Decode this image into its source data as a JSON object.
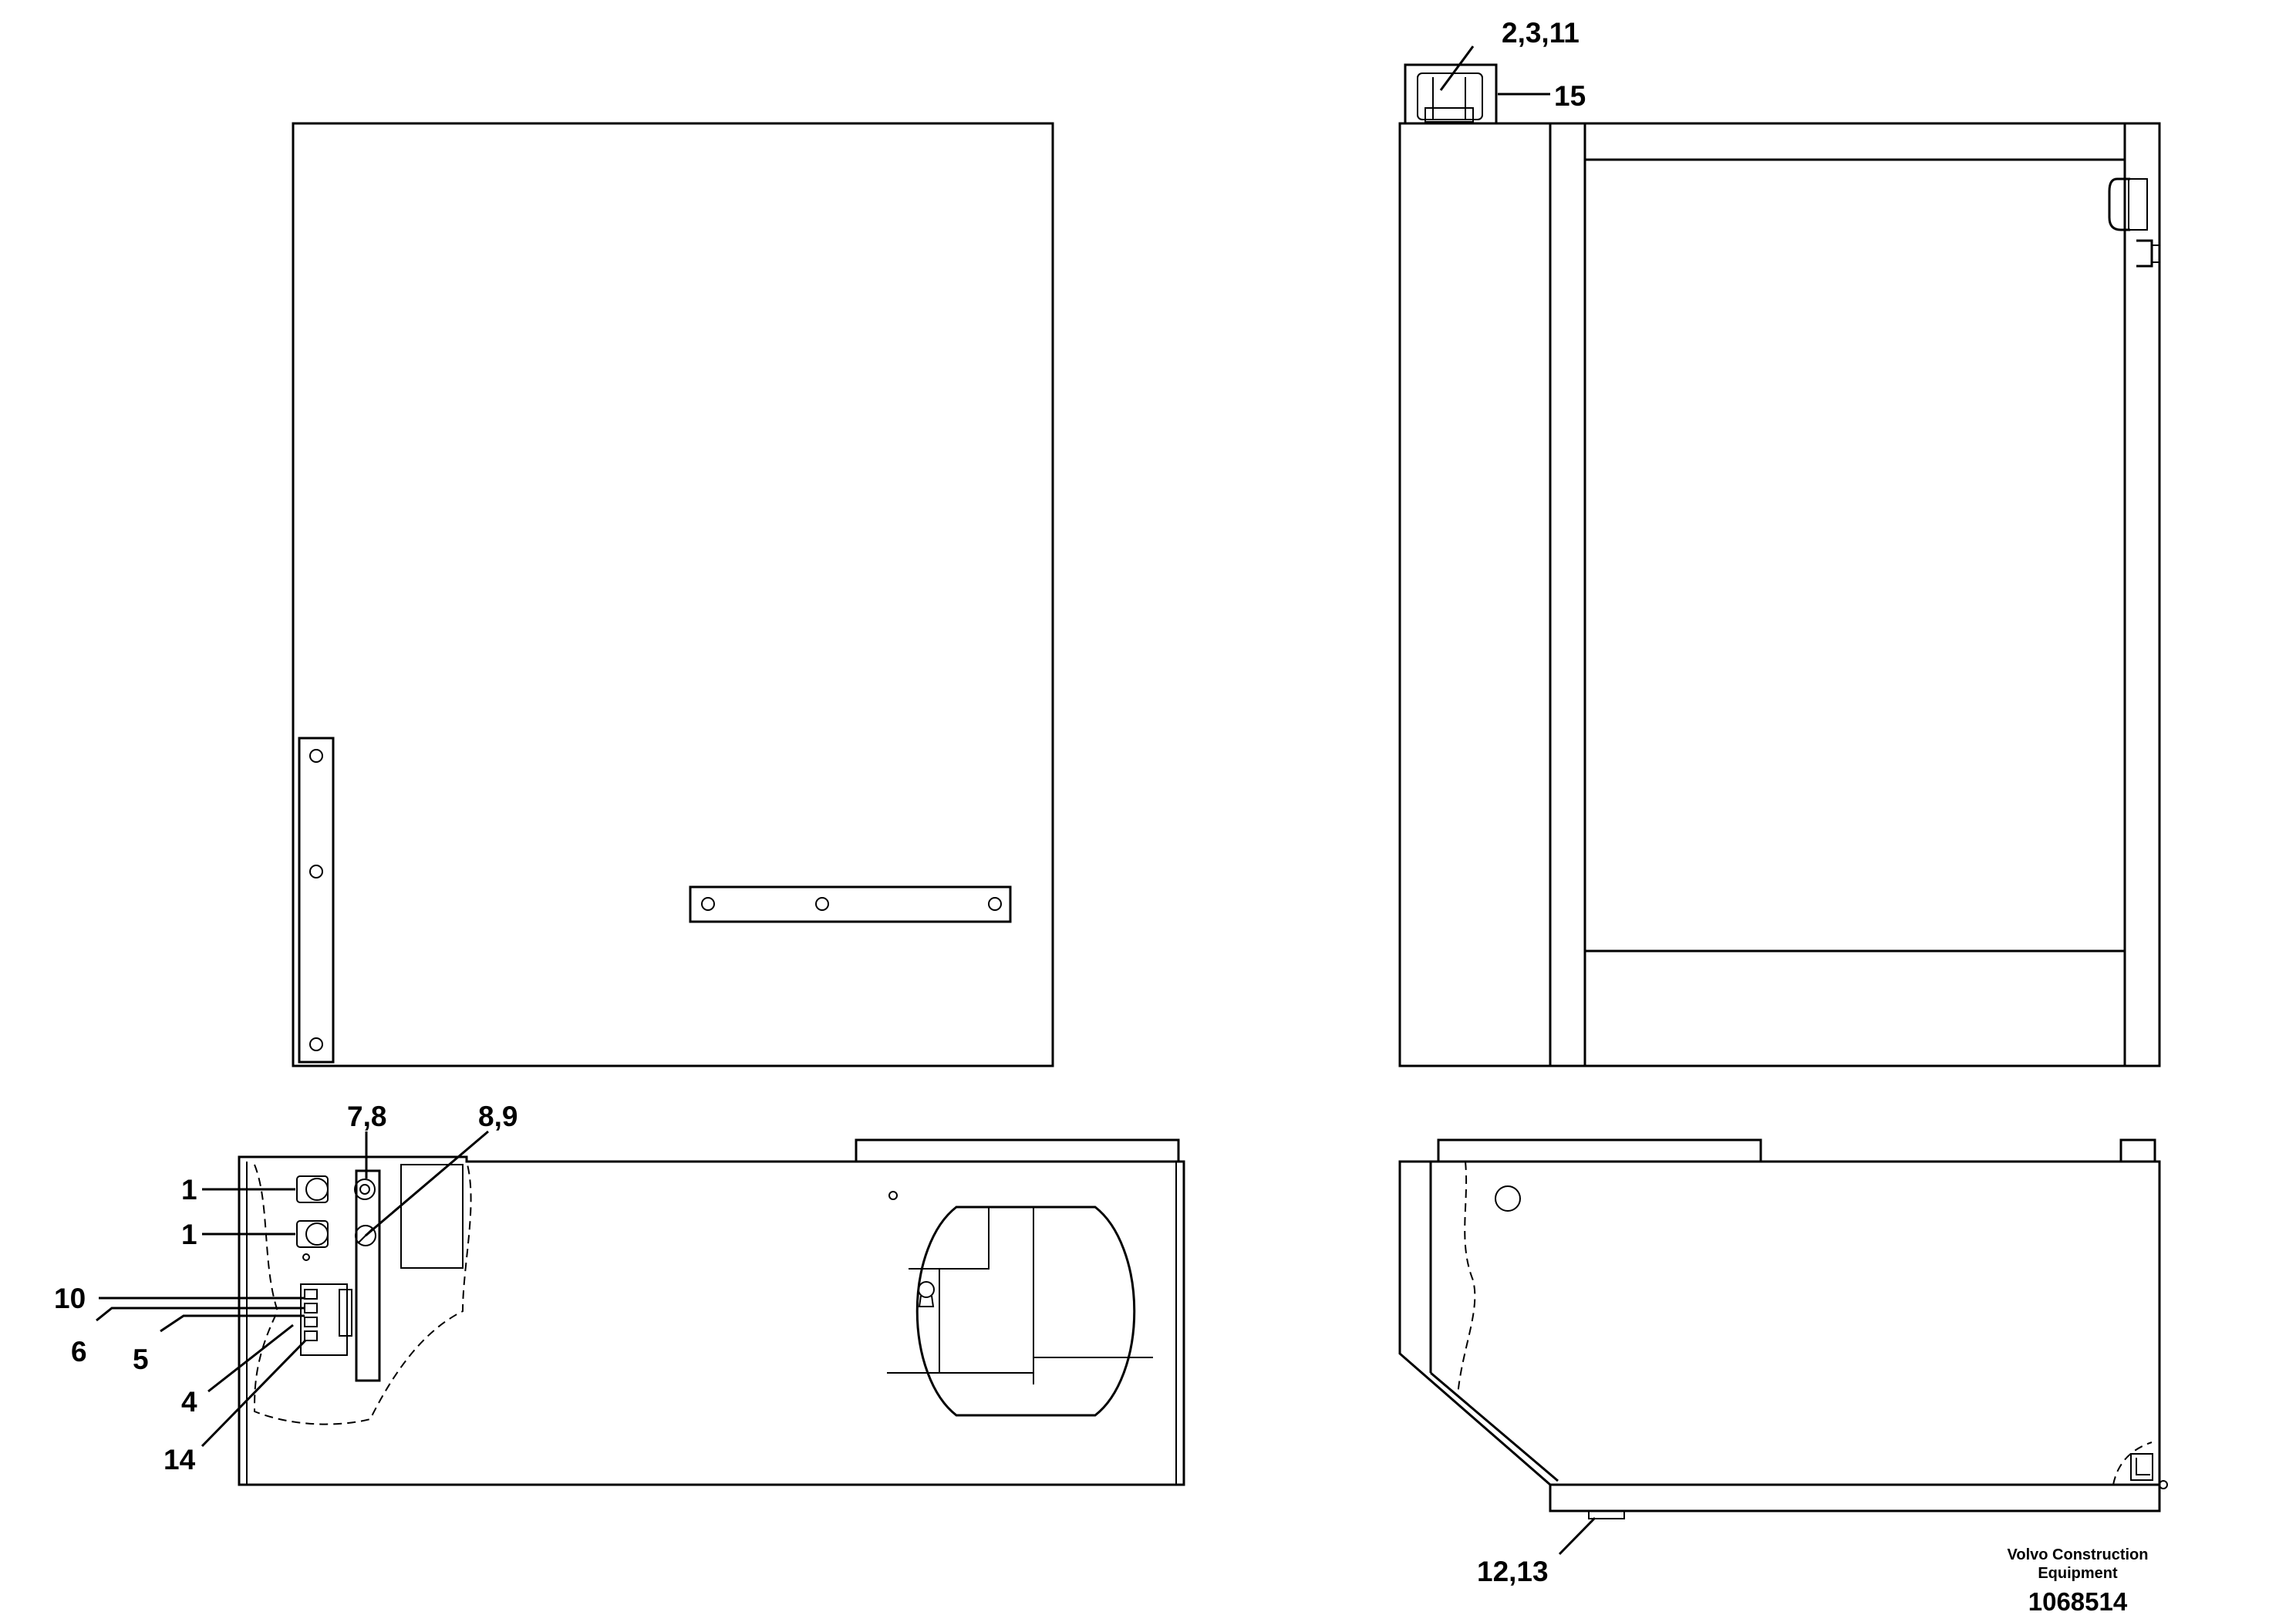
{
  "callouts": {
    "c_2_3_11": "2,3,11",
    "c_15": "15",
    "c_7_8": "7,8",
    "c_8_9": "8,9",
    "c_1a": "1",
    "c_1b": "1",
    "c_10": "10",
    "c_6": "6",
    "c_5": "5",
    "c_4": "4",
    "c_14": "14",
    "c_12_13": "12,13"
  },
  "footer": {
    "brand_line1": "Volvo Construction",
    "brand_line2": "Equipment",
    "doc_number": "1068514"
  }
}
